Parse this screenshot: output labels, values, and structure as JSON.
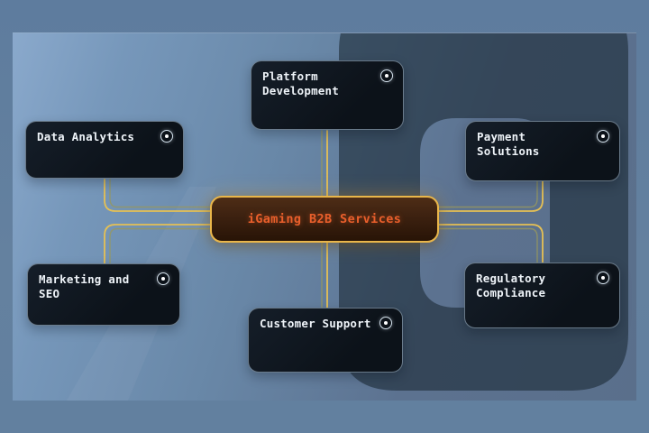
{
  "diagram": {
    "hub": {
      "label": "iGaming B2B Services"
    },
    "nodes": [
      {
        "id": "platform-development",
        "label": "Platform Development"
      },
      {
        "id": "data-analytics",
        "label": "Data Analytics"
      },
      {
        "id": "payment-solutions",
        "label": "Payment Solutions"
      },
      {
        "id": "marketing-and-seo",
        "label": "Marketing and SEO"
      },
      {
        "id": "regulatory-compliance",
        "label": "Regulatory Compliance"
      },
      {
        "id": "customer-support",
        "label": "Customer Support"
      }
    ],
    "icons": {
      "node_icon": "target-icon"
    },
    "colors": {
      "connector_bright": "#e5c054",
      "connector_dim": "#97985e",
      "hub_border": "#e9b64a",
      "hub_text": "#e95f2b",
      "node_background": "#0e151e",
      "node_border": "#9db4c9",
      "node_text": "#eef3f8",
      "panel_gradient_left": "#85a4c8",
      "panel_gradient_right": "#5a6f8b",
      "outer_background": "#62809f",
      "watermark": "#1b2935"
    }
  }
}
